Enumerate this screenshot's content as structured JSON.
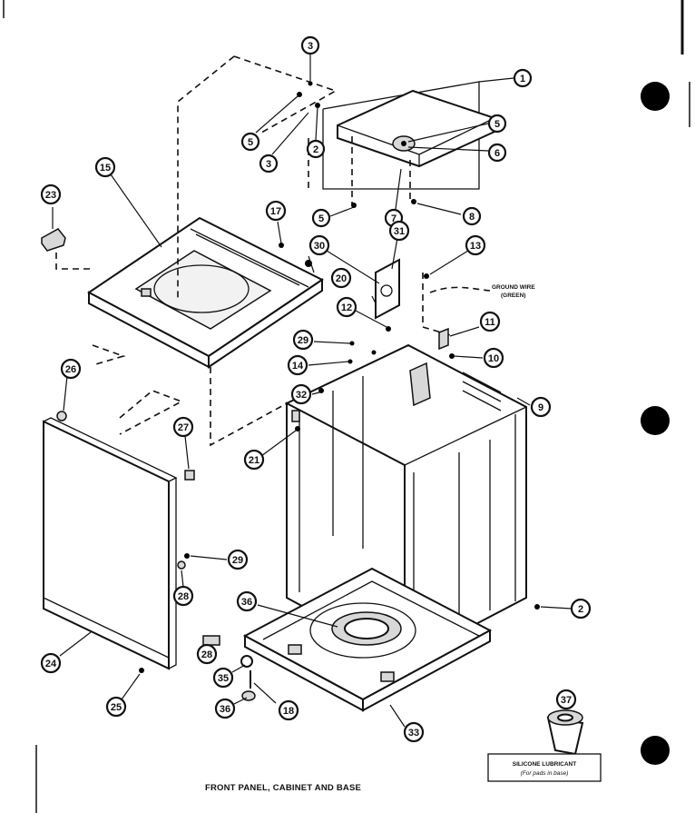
{
  "caption": "FRONT PANEL, CABINET AND BASE",
  "ground_wire": {
    "line1": "GROUND WIRE",
    "line2": "(GREEN)"
  },
  "lubricant": {
    "title": "SILICONE LUBRICANT",
    "note": "(For pads in base)"
  },
  "callouts": {
    "c1": "1",
    "c2a": "2",
    "c2b": "2",
    "c3a": "3",
    "c3b": "3",
    "c5a": "5",
    "c5b": "5",
    "c5c": "5",
    "c6": "6",
    "c7": "7",
    "c8": "8",
    "c9": "9",
    "c10": "10",
    "c11": "11",
    "c12": "12",
    "c13": "13",
    "c14": "14",
    "c15": "15",
    "c17": "17",
    "c18": "18",
    "c20": "20",
    "c21": "21",
    "c23": "23",
    "c24": "24",
    "c25": "25",
    "c26": "26",
    "c27": "27",
    "c28a": "28",
    "c28b": "28",
    "c29a": "29",
    "c29b": "29",
    "c30": "30",
    "c31": "31",
    "c32": "32",
    "c33": "33",
    "c35": "35",
    "c36a": "36",
    "c36b": "36",
    "c37": "37"
  }
}
